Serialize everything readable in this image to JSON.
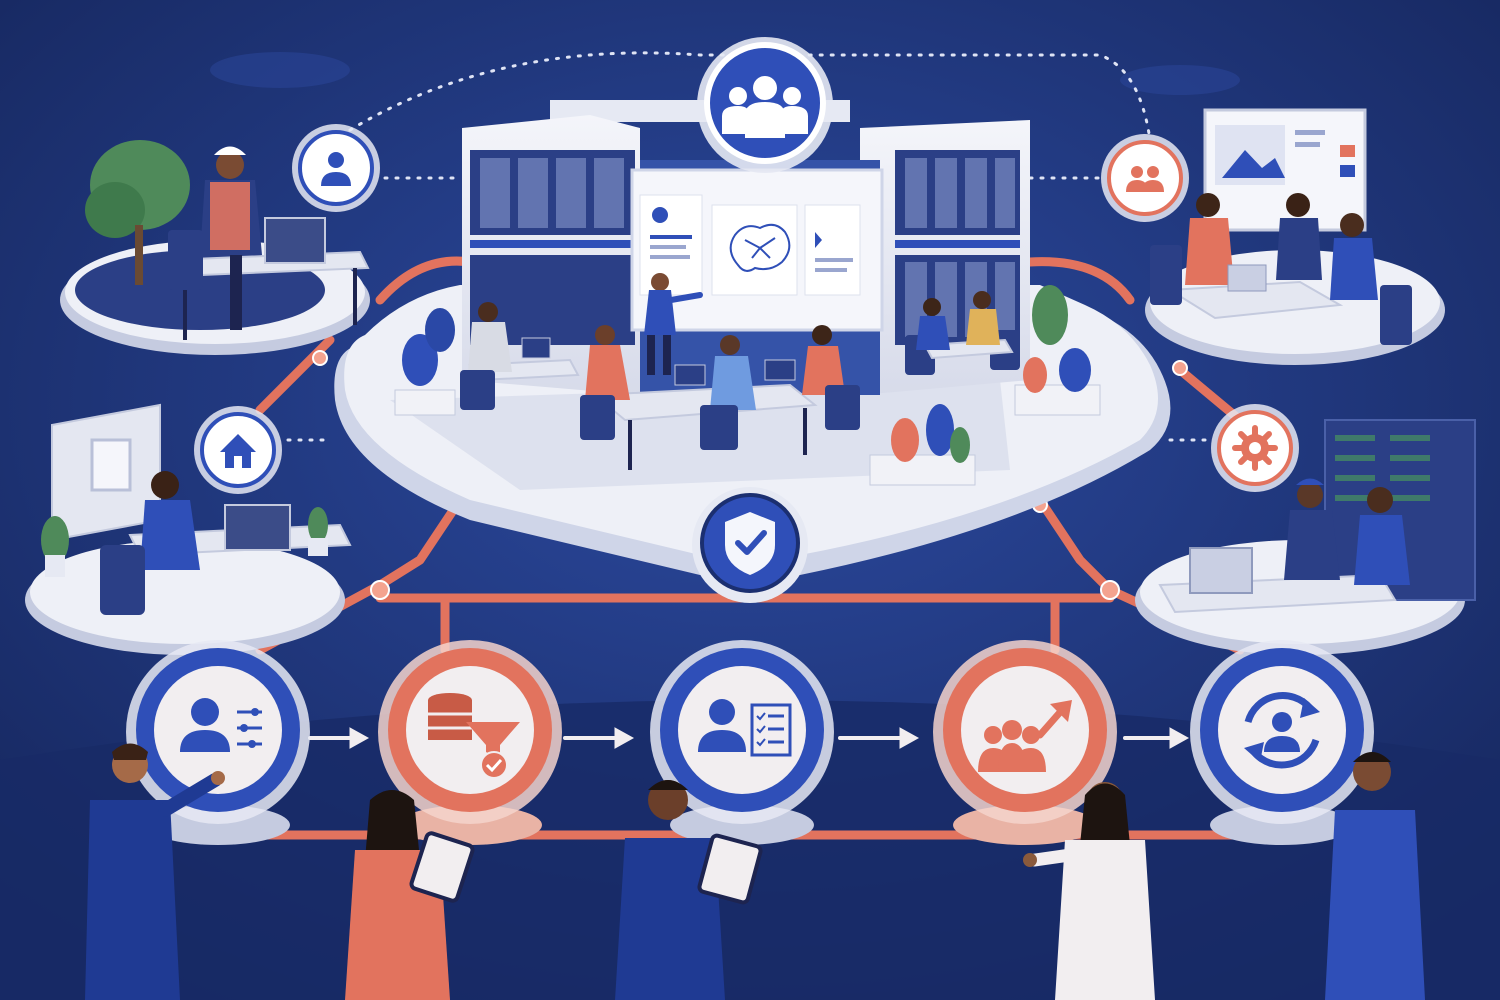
{
  "colors": {
    "background": "#1b2f70",
    "background_light": "#243d8a",
    "navy": "#1f3a93",
    "accent_blue": "#2f4fb8",
    "accent_coral": "#e2735e",
    "platform": "#e9ecf5",
    "platform_shadow": "#b9c0d8",
    "icon_face": "#f2eef0"
  },
  "hub": {
    "top_badge_icon": "team-icon",
    "security_badge_icon": "shield-check-icon",
    "screen_icon": "brain-network-icon"
  },
  "satellites": [
    {
      "id": "field-worker",
      "badge_icon": "user-icon",
      "badge_color": "accent_blue"
    },
    {
      "id": "team-meeting",
      "badge_icon": "group-icon",
      "badge_color": "accent_coral"
    },
    {
      "id": "remote-home",
      "badge_icon": "home-icon",
      "badge_color": "accent_blue"
    },
    {
      "id": "it-operations",
      "badge_icon": "gear-icon",
      "badge_color": "accent_coral"
    }
  ],
  "flow": {
    "steps": [
      {
        "id": "profile-settings",
        "icon": "user-settings-icon",
        "color": "accent_blue"
      },
      {
        "id": "data-filter",
        "icon": "database-funnel-icon",
        "color": "accent_coral"
      },
      {
        "id": "user-checklist",
        "icon": "user-checklist-icon",
        "color": "accent_blue"
      },
      {
        "id": "team-growth",
        "icon": "team-growth-icon",
        "color": "accent_coral"
      },
      {
        "id": "user-sync",
        "icon": "user-sync-icon",
        "color": "accent_blue"
      }
    ],
    "arrow_icon": "arrow-right-icon"
  }
}
